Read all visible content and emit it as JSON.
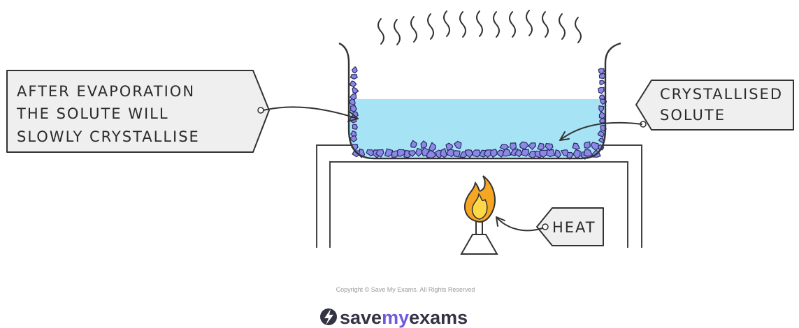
{
  "labels": {
    "evaporation_line1": "AFTER EVAPORATION",
    "evaporation_line2": "THE SOLUTE WILL",
    "evaporation_line3": "SLOWLY CRYSTALLISE",
    "crystallised_line1": "CRYSTALLISED",
    "crystallised_line2": "SOLUTE",
    "heat": "HEAT"
  },
  "footer": {
    "copyright": "Copyright © Save My Exams. All Rights Reserved",
    "logo_word_save": "save",
    "logo_word_my": "my",
    "logo_word_exams": "exams"
  },
  "colors": {
    "solution": "#a6e4f5",
    "crystals": "#8c88e6",
    "crystal_outline": "#2a2a66",
    "tag_fill": "#efefef",
    "flame_outer": "#f5a623",
    "flame_inner": "#ffd84a",
    "logo_dark": "#333344",
    "logo_accent": "#6f5bd9"
  }
}
